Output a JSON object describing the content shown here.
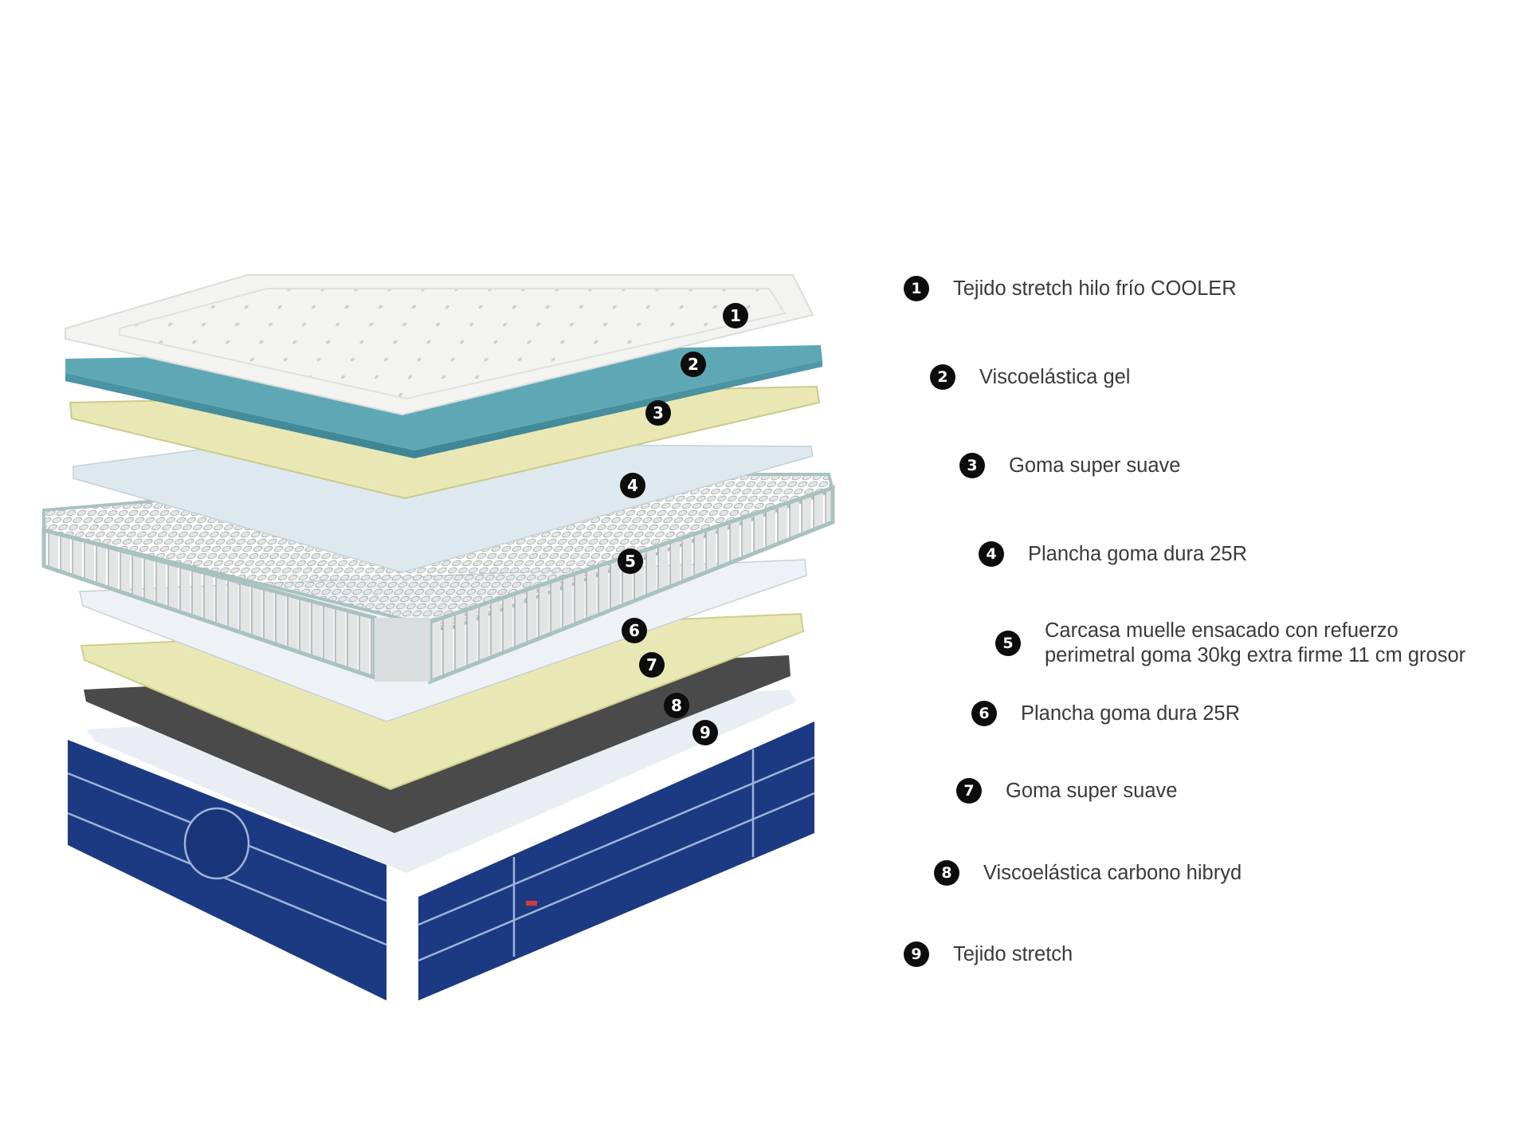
{
  "colors": {
    "cover": "#f3f3f2",
    "gel_foam": "#5ea8b6",
    "soft_foam": "#e9e8b4",
    "hard_foam": "#dde9ef",
    "spring_frame": "#b7cfcd",
    "carbon_foam": "#4a4a4a",
    "stretch_fabric": "#e8eef3",
    "base_fabric": "#1c3a82",
    "marker": "#0d0d0d",
    "legend_text": "#3a3a3a"
  },
  "layers": [
    {
      "number": "1",
      "label": "Tejido stretch hilo frío COOLER",
      "icon": "circled-number-icon"
    },
    {
      "number": "2",
      "label": "Viscoelástica gel",
      "icon": "circled-number-icon"
    },
    {
      "number": "3",
      "label": "Goma super suave",
      "icon": "circled-number-icon"
    },
    {
      "number": "4",
      "label": "Plancha goma dura 25R",
      "icon": "circled-number-icon"
    },
    {
      "number": "5",
      "label_line1": "Carcasa muelle ensacado con refuerzo",
      "label_line2": "perimetral goma 30kg extra firme 11 cm grosor",
      "icon": "circled-number-icon"
    },
    {
      "number": "6",
      "label": "Plancha goma dura 25R",
      "icon": "circled-number-icon"
    },
    {
      "number": "7",
      "label": "Goma super suave",
      "icon": "circled-number-icon"
    },
    {
      "number": "8",
      "label": "Viscoelástica carbono hibryd",
      "icon": "circled-number-icon"
    },
    {
      "number": "9",
      "label": "Tejido stretch",
      "icon": "circled-number-icon"
    }
  ]
}
